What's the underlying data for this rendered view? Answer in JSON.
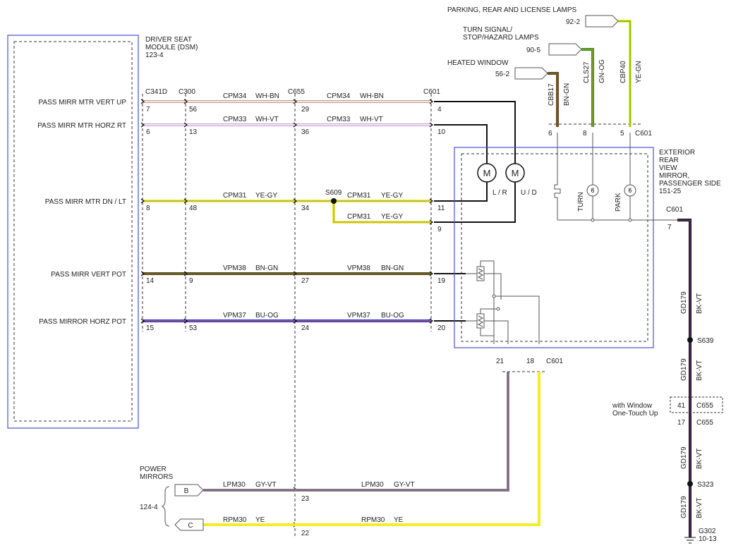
{
  "dsm": {
    "title_lines": [
      "DRIVER SEAT",
      "MODULE (DSM)",
      "123-4"
    ]
  },
  "pins": {
    "vert_up": "PASS MIRR MTR VERT UP",
    "horz_rt": "PASS MIRR MTR HORZ RT",
    "dn_lt": "PASS MIRR MTR DN / LT",
    "vert_pot": "PASS MIRR VERT POT",
    "horz_pot": "PASS MIRROR HORZ POT"
  },
  "connectors": {
    "c341d": "C341D",
    "c300": "C300",
    "c655": "C655",
    "c601": "C601"
  },
  "pin_numbers": {
    "c341d": [
      "7",
      "6",
      "8",
      "14",
      "15"
    ],
    "c300": [
      "56",
      "13",
      "48",
      "9",
      "53"
    ],
    "c655": [
      "29",
      "36",
      "34",
      "27",
      "24",
      "23",
      "22"
    ],
    "c601_left": [
      "4",
      "10",
      "11",
      "9",
      "19",
      "20"
    ],
    "c601_top": [
      "6",
      "8",
      "5"
    ],
    "c601_right": "7",
    "c601_bottom": [
      "21",
      "18"
    ]
  },
  "wires": {
    "cpm34": {
      "circuit": "CPM34",
      "color_code": "WH-BN"
    },
    "cpm33": {
      "circuit": "CPM33",
      "color_code": "WH-VT"
    },
    "cpm31": {
      "circuit": "CPM31",
      "color_code": "YE-GY"
    },
    "vpm38": {
      "circuit": "VPM38",
      "color_code": "BN-GN"
    },
    "vpm37": {
      "circuit": "VPM37",
      "color_code": "BU-OG"
    },
    "lpm30": {
      "circuit": "LPM30",
      "color_code": "GY-VT"
    },
    "rpm30": {
      "circuit": "RPM30",
      "color_code": "YE"
    },
    "cbb17": {
      "circuit": "CBB17",
      "color_code": "BN-GN"
    },
    "cls27": {
      "circuit": "CLS27",
      "color_code": "GN-OG"
    },
    "cbp40": {
      "circuit": "CBP40",
      "color_code": "YE-GN"
    },
    "gd179": {
      "circuit": "GD179",
      "color_code": "BK-VT"
    }
  },
  "splices": {
    "s609": "S609",
    "s639": "S639",
    "s323": "S323"
  },
  "references": {
    "parking": {
      "label": "PARKING, REAR AND LICENSE LAMPS",
      "ref": "92-2"
    },
    "turn": {
      "label_lines": [
        "TURN SIGNAL/",
        "STOP/HAZARD LAMPS"
      ],
      "ref": "90-5"
    },
    "heated": {
      "label": "HEATED WINDOW",
      "ref": "56-2"
    },
    "power_mirrors": {
      "label_lines": [
        "POWER",
        "MIRRORS"
      ],
      "ref": "124-4",
      "tags": [
        "B",
        "C"
      ]
    }
  },
  "mirror": {
    "title_lines": [
      "EXTERIOR",
      "REAR",
      "VIEW",
      "MIRROR,",
      "PASSENGER SIDE",
      "151-25"
    ],
    "motor_symbol": "M",
    "motor_lr": "L / R",
    "motor_ud": "U / D",
    "turn": "TURN",
    "park": "PARK"
  },
  "c655_note": {
    "label_lines": [
      "with Window",
      "One-Touch Up"
    ],
    "pin": "41",
    "conn": "C655",
    "pin_main": "17"
  },
  "ground": {
    "id": "G302",
    "ref": "10-13"
  },
  "colors": {
    "box": "#4a50d4",
    "wh_bn": "#c49a8a",
    "wh_vt": "#c9a4d6",
    "ye": "#f2ec2a",
    "bn": "#7a3d22",
    "bu": "#2a2ad0",
    "gy": "#8a8a8a",
    "vt": "#7d3f8f",
    "gn": "#1f9a1f",
    "bk": "#111111"
  }
}
